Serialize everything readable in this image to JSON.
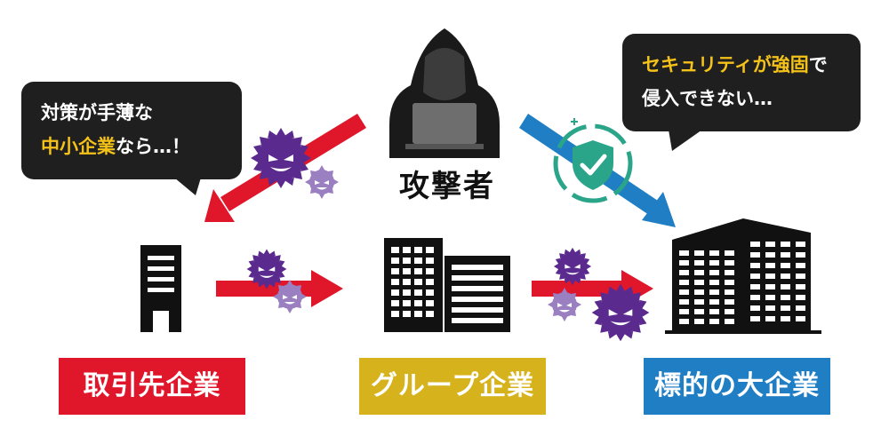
{
  "attacker": {
    "label": "攻撃者"
  },
  "bubble_left": {
    "line1": "対策が手薄な",
    "line2_highlight": "中小企業",
    "line2_rest": "なら…！"
  },
  "bubble_right": {
    "line1_highlight": "セキュリティが強固",
    "line1_rest": "で",
    "line2": "侵入できない…"
  },
  "labels": {
    "supplier": "取引先企業",
    "group": "グループ企業",
    "target": "標的の大企業"
  },
  "colors": {
    "red": "#e0162b",
    "yellow": "#d6b31c",
    "blue": "#1f7ec4",
    "virus": "#5b2a8f",
    "virus_light": "#9a7fc1",
    "shield": "#2aa58a",
    "highlight": "#f5c21a",
    "bubble": "#1f1f1f"
  },
  "icons": [
    "hooded-attacker-icon",
    "laptop-icon",
    "virus-icon",
    "shield-check-icon",
    "building-icon"
  ]
}
